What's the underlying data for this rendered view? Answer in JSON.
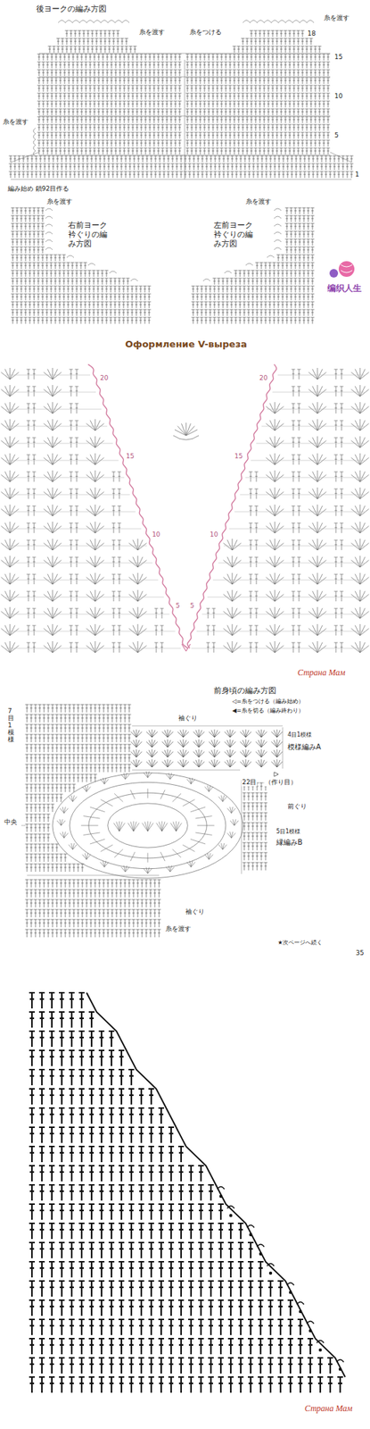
{
  "diagram": {
    "labels": [
      "後ヨークの編み方図",
      "糸を渡す",
      "糸をつける",
      "糸を渡す",
      "糸を渡す",
      "18",
      "15",
      "10",
      "5",
      "1",
      "編み始め 鎖92目作る",
      "糸を渡す",
      "右前ヨーク 衿ぐりの編み方図",
      "糸を渡す",
      "左前ヨーク 衿ぐりの編み方図",
      "编织人生",
      "Оформление V-выреза",
      "20",
      "15",
      "10",
      "5",
      "20",
      "15",
      "10",
      "5",
      "Страна Мам",
      "前身頃の編み方図",
      "◁=糸をつける（編み始め）",
      "◀=糸を切る（編み終わり）",
      "袖ぐり",
      "4目1模様",
      "模様編みA",
      "22目",
      "（作り目）",
      "前ぐり",
      "5目1模様",
      "縁編みB",
      "中央",
      "7目1模様",
      "袖ぐり",
      "糸を渡す",
      "★次ページへ続く",
      "35",
      "Страна Мам"
    ]
  }
}
